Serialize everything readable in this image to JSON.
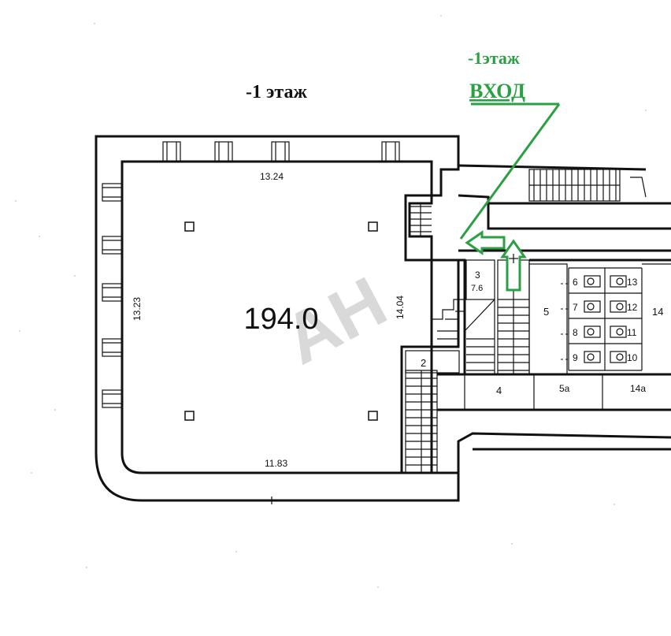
{
  "title": "-1 этаж",
  "entrance": {
    "floor": "-1этаж",
    "label": "ВХОД",
    "color": "#2aa043"
  },
  "main_room": {
    "area": "194.0",
    "width_top": "13.24",
    "width_bottom": "11.83",
    "height_left": "13.23",
    "height_right": "14.04"
  },
  "rooms": [
    {
      "number": "2"
    },
    {
      "number": "3",
      "area": "7.6"
    },
    {
      "number": "4"
    },
    {
      "number": "5"
    },
    {
      "number": "5а"
    },
    {
      "number": "6"
    },
    {
      "number": "7"
    },
    {
      "number": "8"
    },
    {
      "number": "9"
    },
    {
      "number": "10"
    },
    {
      "number": "11"
    },
    {
      "number": "12"
    },
    {
      "number": "13"
    },
    {
      "number": "14"
    },
    {
      "number": "14а"
    }
  ],
  "watermark": "АН"
}
